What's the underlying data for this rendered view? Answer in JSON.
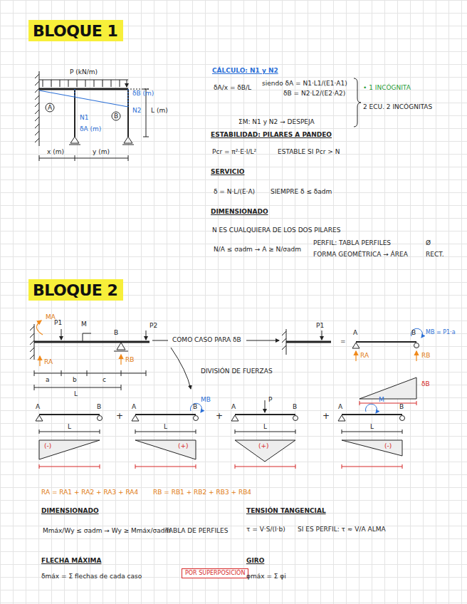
{
  "diagram": {
    "nodes": [
      {
        "text": [
          "BLOQUE 1"
        ]
      },
      {
        "text": [
          "BLOQUE 2"
        ]
      },
      {
        "text": [
          "POR SUPERPOSICIÓN"
        ]
      }
    ],
    "labels": [
      "P (kN/m)",
      "δA (m)",
      "δB (m)",
      "A",
      "B",
      "N1",
      "N2",
      "L (m)",
      "x (m)",
      "y (m)",
      "CÁLCULO: N1 y N2",
      "δA/x = δB/L",
      "siendo δA = N1·L1/(E1·A1)",
      "δB = N2·L2/(E2·A2)",
      "• 1 INCÓGNITA",
      "2 ECU. 2 INCÓGNITAS",
      "ΣM: N1 y N2 → DESPEJA",
      "ESTABILIDAD: PILARES A PANDEO",
      "Pcr = π²·E·I/L²",
      "ESTABLE SI Pcr > N",
      "SERVICIO",
      "δ = N·L/(E·A)",
      "SIEMPRE δ ≤ δadm",
      "DIMENSIONADO",
      "N ES CUALQUIERA DE LOS DOS PILARES",
      "N/A ≤ σadm → A ≥ N/σadm",
      "PERFIL: TABLA PERFILES",
      "FORMA GEOMÉTRICA → ÁREA",
      "Ø",
      "RECT.",
      "P1",
      "M",
      "B",
      "P2",
      "MA",
      "RA",
      "RB",
      "a",
      "b",
      "c",
      "L",
      "COMO CASO PARA δB",
      "DIVISIÓN DE FUERZAS",
      "P1",
      "=",
      "A",
      "B",
      "MB = P1·a",
      "RA",
      "RB",
      "δB",
      "A",
      "B",
      "L",
      "+",
      "A",
      "B",
      "MB",
      "L",
      "+",
      "A",
      "B",
      "P",
      "L",
      "+",
      "A",
      "B",
      "M",
      "L",
      "(-)",
      "(+)",
      "(+)",
      "(-)",
      "RA = RA1 + RA2 + RA3 + RA4",
      "RB = RB1 + RB2 + RB3 + RB4",
      "DIMENSIONADO",
      "TENSIÓN TANGENCIAL",
      "Mmáx/Wy ≤ σadm → Wy ≥ Mmáx/σadm",
      "TABLA DE PERFILES",
      "τ = V·S/(I·b)",
      "SI ES PERFIL: τ ≈ V/A ALMA",
      "FLECHA MÁXIMA",
      "GIRO",
      "δmáx = Σ flechas de cada caso",
      "φmáx = Σ φi"
    ]
  }
}
